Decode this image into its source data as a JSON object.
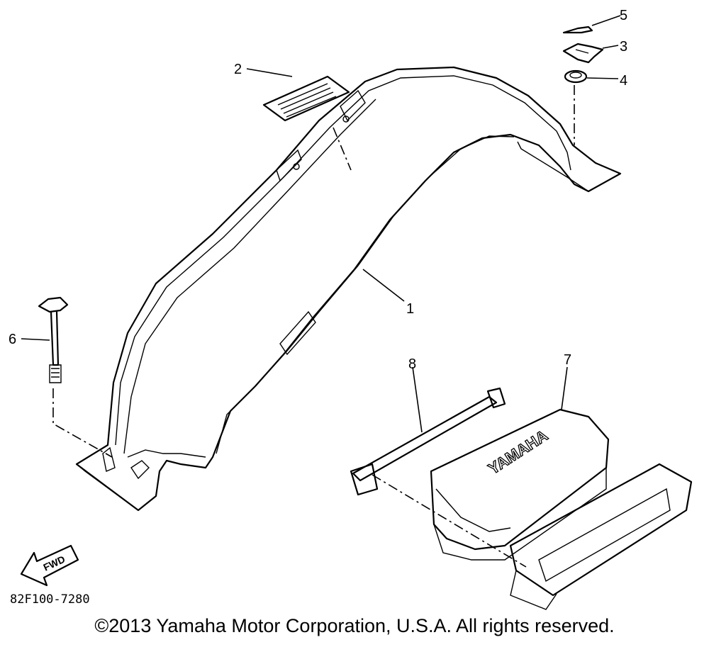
{
  "callouts": {
    "c1": "1",
    "c2": "2",
    "c3": "3",
    "c4": "4",
    "c5": "5",
    "c6": "6",
    "c7": "7",
    "c8": "8"
  },
  "fwd_label": "FWD",
  "battery_label": "YAMAHA",
  "diagram_code": "82F100-7280",
  "copyright": "©2013 Yamaha Motor Corporation, U.S.A. All rights reserved."
}
